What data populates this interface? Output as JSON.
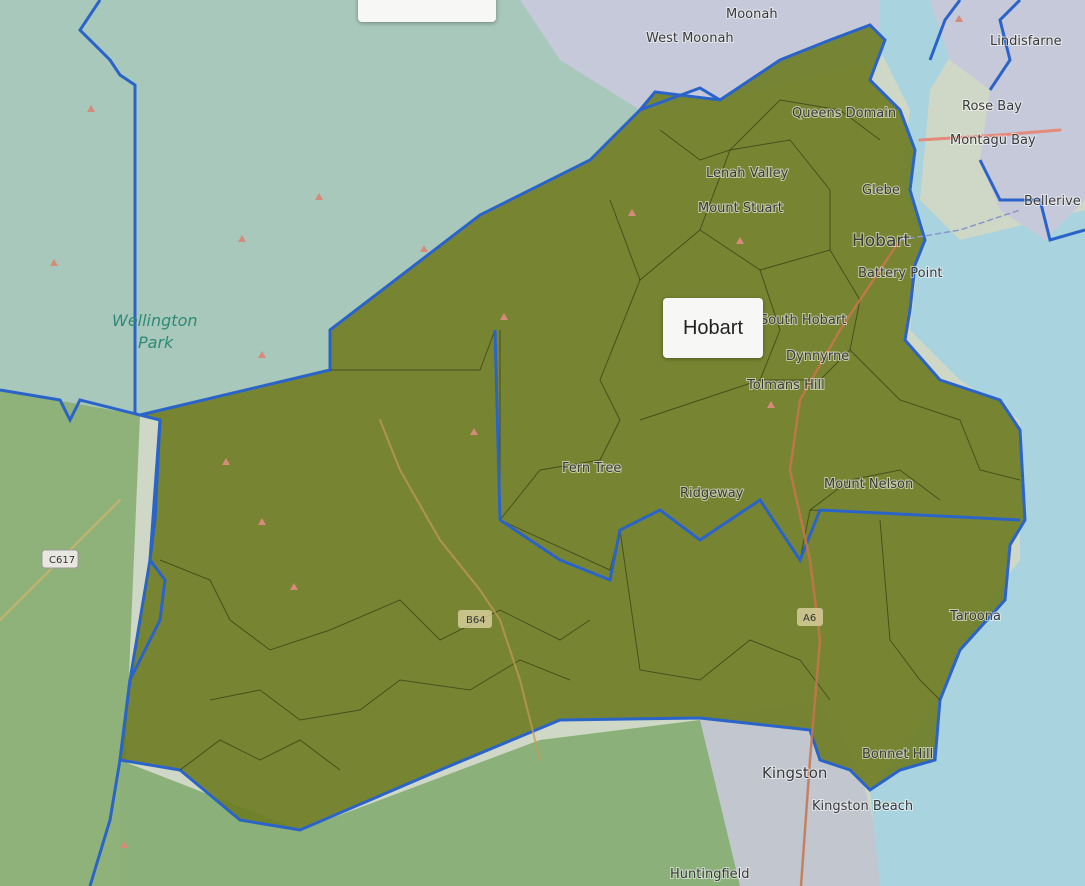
{
  "tooltip": {
    "label": "Hobart"
  },
  "places": {
    "moonah": "Moonah",
    "west_moonah": "West Moonah",
    "lindisfarne": "Lindisfarne",
    "queens_domain": "Queens Domain",
    "rose_bay": "Rose Bay",
    "montagu_bay": "Montagu Bay",
    "lenah_valley": "Lenah Valley",
    "mount_stuart": "Mount Stuart",
    "glebe": "Glebe",
    "bellerive": "Bellerive",
    "hobart": "Hobart",
    "battery_point": "Battery Point",
    "south_hobart": "South Hobart",
    "dynnyrne": "Dynnyrne",
    "tolmans_hill": "Tolmans Hill",
    "fern_tree": "Fern Tree",
    "ridgeway": "Ridgeway",
    "mount_nelson": "Mount Nelson",
    "taroona": "Taroona",
    "bonnet_hill": "Bonnet Hill",
    "kingston": "Kingston",
    "kingston_beach": "Kingston Beach",
    "huntingfield": "Huntingfield",
    "wellington_line1": "Wellington",
    "wellington_line2": "Park"
  },
  "roads": {
    "c617": "C617",
    "b64": "B64",
    "a6": "A6"
  },
  "colors": {
    "selected_fill": "#6b7a1e",
    "boundary_blue": "#2a64c9",
    "water": "#a9d3de",
    "park": "#aecbbd",
    "land": "#d5d8cc",
    "urban": "#c9cbd6"
  }
}
